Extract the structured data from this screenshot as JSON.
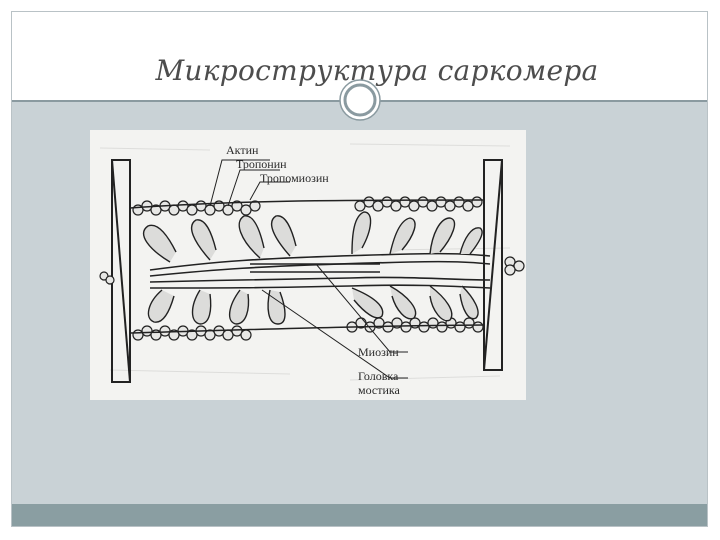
{
  "slide": {
    "title": "Микроструктура саркомера"
  },
  "figure": {
    "labels": {
      "actin": "Актин",
      "troponin": "Тропонин",
      "tropomyosin": "Тропомиозин",
      "myosin": "Миозин",
      "head_line1": "Головка",
      "head_line2": "мостика"
    }
  },
  "colors": {
    "content_background": "#c9d2d6",
    "bottom_band": "#8a9ea2",
    "title_text": "#4d4d4d"
  }
}
